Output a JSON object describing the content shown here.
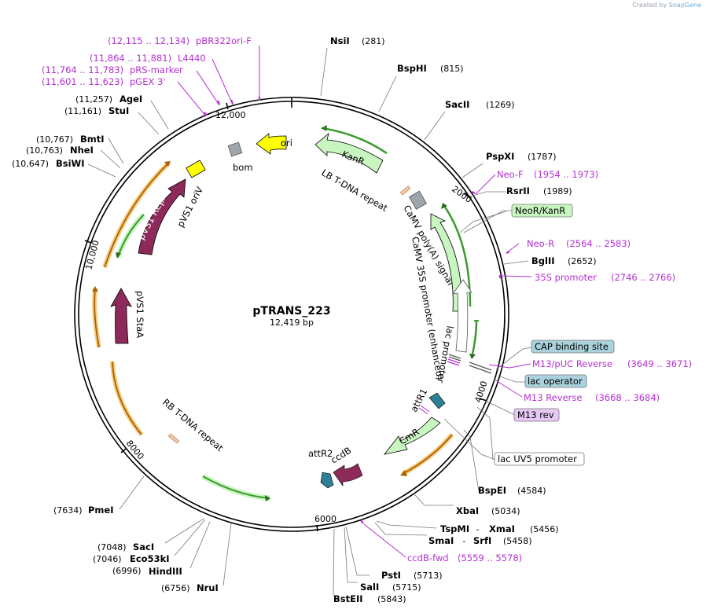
{
  "credit": {
    "prefix": "Created by",
    "brand": "SnapGene"
  },
  "plasmid": {
    "name": "pTRANS_223",
    "length": "12,419 bp"
  },
  "ticks": [
    "2000",
    "4000",
    "6000",
    "8000",
    "10,000",
    "12,000"
  ],
  "enzymes": {
    "nsi": {
      "name": "NsiI",
      "pos": "(281)"
    },
    "bsph": {
      "name": "BspHI",
      "pos": "(815)"
    },
    "sac2": {
      "name": "SacII",
      "pos": "(1269)"
    },
    "pspx": {
      "name": "PspXI",
      "pos": "(1787)"
    },
    "rsr2": {
      "name": "RsrII",
      "pos": "(1989)"
    },
    "bgl2": {
      "name": "BglII",
      "pos": "(2652)"
    },
    "bspe": {
      "name": "BspEI",
      "pos": "(4584)"
    },
    "xba": {
      "name": "XbaI",
      "pos": "(5034)"
    },
    "tspmi": {
      "name": "TspMI",
      "sep": " - ",
      "name2": "XmaI",
      "pos": "(5456)"
    },
    "sma": {
      "name": "SmaI",
      "sep": " - ",
      "name2": "SrfI",
      "pos": "(5458)"
    },
    "pst": {
      "name": "PstI",
      "pos": "(5713)"
    },
    "sal": {
      "name": "SalI",
      "pos": "(5715)"
    },
    "bste2": {
      "name": "BstEII",
      "pos": "(5843)"
    },
    "nru": {
      "name": "NruI",
      "pos": "(6756)"
    },
    "hind3": {
      "name": "HindIII",
      "pos": "(6996)"
    },
    "eco53": {
      "name": "Eco53kI",
      "pos": "(7046)"
    },
    "sac": {
      "name": "SacI",
      "pos": "(7048)"
    },
    "pme": {
      "name": "PmeI",
      "pos": "(7634)"
    },
    "bsiw": {
      "name": "BsiWI",
      "pos": "(10,647)"
    },
    "nhe": {
      "name": "NheI",
      "pos": "(10,763)"
    },
    "bmt": {
      "name": "BmtI",
      "pos": "(10,767)"
    },
    "stu": {
      "name": "StuI",
      "pos": "(11,161)"
    },
    "age": {
      "name": "AgeI",
      "pos": "(11,257)"
    }
  },
  "primers": {
    "pbr": {
      "pos": "(12,115 .. 12,134)",
      "name": "pBR322ori-F"
    },
    "l4440": {
      "pos": "(11,864 .. 11,881)",
      "name": "L4440"
    },
    "prs": {
      "pos": "(11,764 .. 11,783)",
      "name": "pRS-marker"
    },
    "pgex": {
      "pos": "(11,601 .. 11,623)",
      "name": "pGEX 3'"
    },
    "neof": {
      "name": "Neo-F",
      "pos": "(1954 .. 1973)"
    },
    "neor": {
      "name": "Neo-R",
      "pos": "(2564 .. 2583)"
    },
    "p35s": {
      "name": "35S promoter",
      "pos": "(2746 .. 2766)"
    },
    "m13puc": {
      "name": "M13/pUC Reverse",
      "pos": "(3649 .. 3671)"
    },
    "m13rev": {
      "name": "M13 Reverse",
      "pos": "(3668 .. 3684)"
    },
    "ccdbfwd": {
      "name": "ccdB-fwd",
      "pos": "(5559 .. 5578)"
    }
  },
  "boxes": {
    "neokan": "NeoR/KanR",
    "cap": "CAP binding site",
    "lacop": "lac operator",
    "m13rev": "M13 rev",
    "lacuv5": "lac UV5 promoter"
  },
  "features": {
    "ori": "ori",
    "kanr": "KanR",
    "bom": "bom",
    "lb": "LB T-DNA repeat",
    "camv_polya": "CaMV poly(A) signal",
    "camv_35s": "CaMV 35S promoter (enhanced)",
    "lacprom": "lac promoter",
    "attr1": "attR1",
    "cmr": "CmR",
    "attr2": "attR2",
    "ccdb": "ccdB",
    "rb": "RB T-DNA repeat",
    "pvs1stab": "pVS1 StaA",
    "pvs1repa": "pVS1 RepA",
    "pvs1oriv": "pVS1 oriV"
  },
  "colors": {
    "primer": "#b42fd3",
    "gene_green": "#c8f5c0",
    "orange": "#f5a623",
    "maroon": "#8e2a5a",
    "teal": "#2e7f95",
    "yellow": "#ffff00",
    "gray_box": "#9fa5ad",
    "cap_box": "#a9d2dc",
    "m13_box": "#e7c7f4"
  }
}
